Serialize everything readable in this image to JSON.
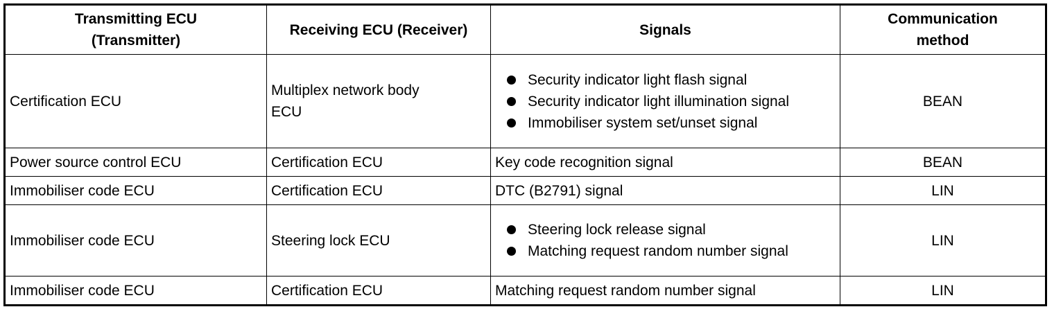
{
  "headers": {
    "transmitter": "Transmitting ECU (Transmitter)",
    "receiver": "Receiving ECU (Receiver)",
    "signals": "Signals",
    "method": "Communication method"
  },
  "rows": [
    {
      "transmitter": "Certification ECU",
      "receiver": "Multiplex network body ECU",
      "signals": [
        "Security indicator light flash signal",
        "Security indicator light illumination signal",
        "Immobiliser system set/unset signal"
      ],
      "method": "BEAN"
    },
    {
      "transmitter": "Power source control ECU",
      "receiver": "Certification ECU",
      "signal": "Key code recognition signal",
      "method": "BEAN"
    },
    {
      "transmitter": "Immobiliser code ECU",
      "receiver": "Certification ECU",
      "signal": "DTC (B2791) signal",
      "method": "LIN"
    },
    {
      "transmitter": "Immobiliser code ECU",
      "receiver": "Steering lock ECU",
      "signals": [
        "Steering lock release signal",
        "Matching request random number signal"
      ],
      "method": "LIN"
    },
    {
      "transmitter": "Immobiliser code ECU",
      "receiver": "Certification ECU",
      "signal": "Matching request random number signal",
      "method": "LIN"
    }
  ]
}
